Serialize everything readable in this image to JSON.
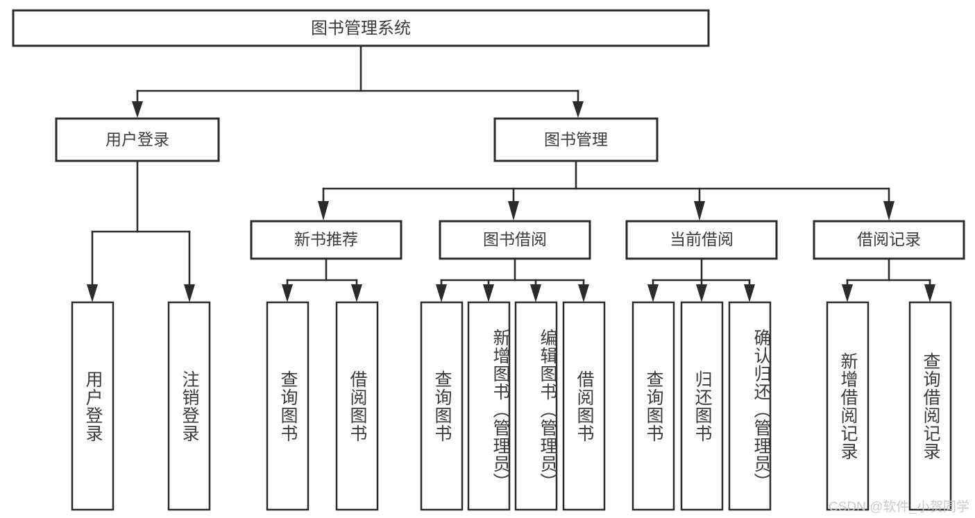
{
  "diagram": {
    "title": "图书管理系统",
    "type": "hierarchy-tree",
    "watermark": "CSDN @软件_小贺同学",
    "colors": {
      "stroke": "#2b2b2b",
      "fill": "#ffffff",
      "text": "#3a3a3a",
      "watermark": "#c9c9c9",
      "background": "#ffffff"
    },
    "root": {
      "label": "图书管理系统"
    },
    "level2": [
      {
        "label": "用户登录"
      },
      {
        "label": "图书管理"
      }
    ],
    "level3": [
      {
        "label": "新书推荐"
      },
      {
        "label": "图书借阅"
      },
      {
        "label": "当前借阅"
      },
      {
        "label": "借阅记录"
      }
    ],
    "leaves": {
      "user_login": [
        {
          "label": "用户登录"
        },
        {
          "label": "注销登录"
        }
      ],
      "new_book_recommend": [
        {
          "label": "查询图书"
        },
        {
          "label": "借阅图书"
        }
      ],
      "book_borrow": [
        {
          "label": "查询图书"
        },
        {
          "label": "新增图书（管理员）"
        },
        {
          "label": "编辑图书（管理员）"
        },
        {
          "label": "借阅图书"
        }
      ],
      "current_borrow": [
        {
          "label": "查询图书"
        },
        {
          "label": "归还图书"
        },
        {
          "label": "确认归还（管理员）"
        }
      ],
      "borrow_record": [
        {
          "label": "新增借阅记录"
        },
        {
          "label": "查询借阅记录"
        }
      ]
    }
  }
}
